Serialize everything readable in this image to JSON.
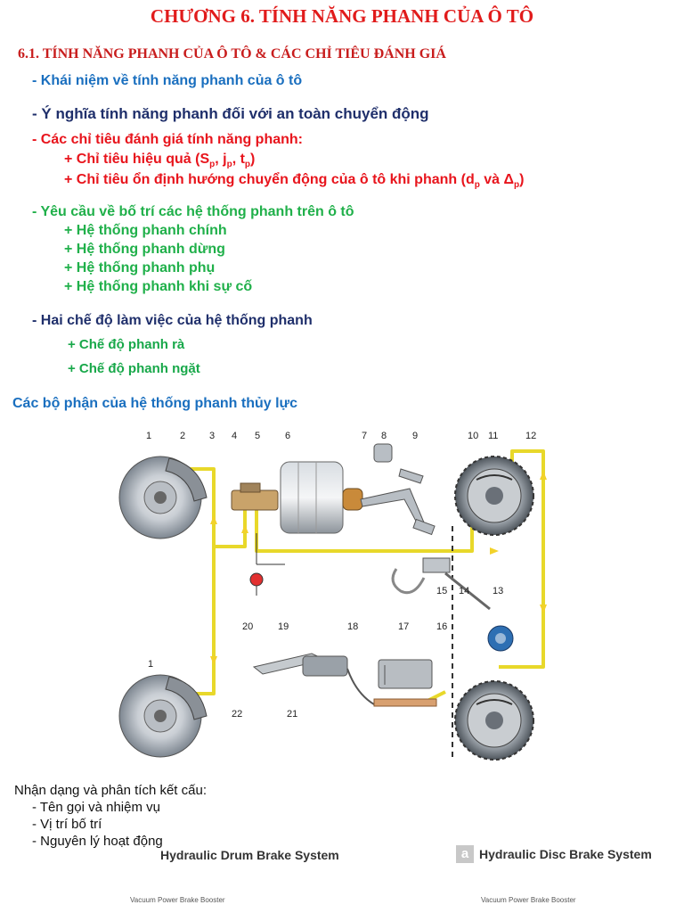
{
  "title": "CHƯƠNG 6. TÍNH NĂNG PHANH CỦA Ô TÔ",
  "section": "6.1. TÍNH NĂNG PHANH CỦA Ô TÔ & CÁC CHỈ TIÊU ĐÁNH GIÁ",
  "items": {
    "khai_niem": "- Khái niệm về tính năng phanh của ô tô",
    "y_nghia": "- Ý nghĩa tính năng phanh đối với an toàn chuyển động",
    "chi_tieu": "- Các chỉ tiêu đánh giá tính năng phanh:",
    "chi_tieu_1_pre": "+ Chỉ tiêu hiệu quả (S",
    "chi_tieu_1_s": "p",
    "chi_tieu_1_mid1": ", j",
    "chi_tieu_1_j": "p",
    "chi_tieu_1_mid2": ", t",
    "chi_tieu_1_t": "p",
    "chi_tieu_1_post": ")",
    "chi_tieu_2_pre": "+ Chỉ tiêu ổn định hướng chuyển động của ô tô khi phanh (d",
    "chi_tieu_2_d": "p",
    "chi_tieu_2_mid": " và Δ",
    "chi_tieu_2_delta": "p",
    "chi_tieu_2_post": ")",
    "yeu_cau": "- Yêu cầu về bố trí các hệ thống phanh trên ô tô",
    "he_thong": [
      "+ Hệ thống phanh chính",
      "+ Hệ thống phanh dừng",
      "+ Hệ thống phanh phụ",
      "+ Hệ thống phanh khi sự cố"
    ],
    "che_do": "- Hai chế độ làm việc của hệ thống phanh",
    "che_do_items": [
      "+ Chế độ phanh rà",
      "+ Chế độ phanh ngặt"
    ]
  },
  "diagram_heading": "Các bộ phận của hệ thống phanh thủy lực",
  "diagram_labels": [
    "1",
    "2",
    "3",
    "4",
    "5",
    "6",
    "7",
    "8",
    "9",
    "10",
    "11",
    "12",
    "13",
    "14",
    "15",
    "16",
    "17",
    "18",
    "19",
    "20",
    "21",
    "22",
    "1"
  ],
  "analysis": {
    "heading": "Nhận dạng và phân tích kết cấu:",
    "points": [
      "- Tên gọi và nhiệm vụ",
      "- Vị trí bố trí",
      "- Nguyên lý hoạt động"
    ]
  },
  "bottom": {
    "left_title": "Hydraulic Drum Brake System",
    "right_badge": "a",
    "right_title": "Hydraulic Disc Brake System",
    "left_small": "Vacuum Power Brake Booster",
    "right_small": "Vacuum Power Brake Booster"
  },
  "colors": {
    "title": "#e11b1b",
    "blue": "#1a6fbf",
    "navy": "#1f2f6b",
    "red": "#e8141c",
    "green": "#20b04a",
    "pipe": "#e8d82a"
  }
}
